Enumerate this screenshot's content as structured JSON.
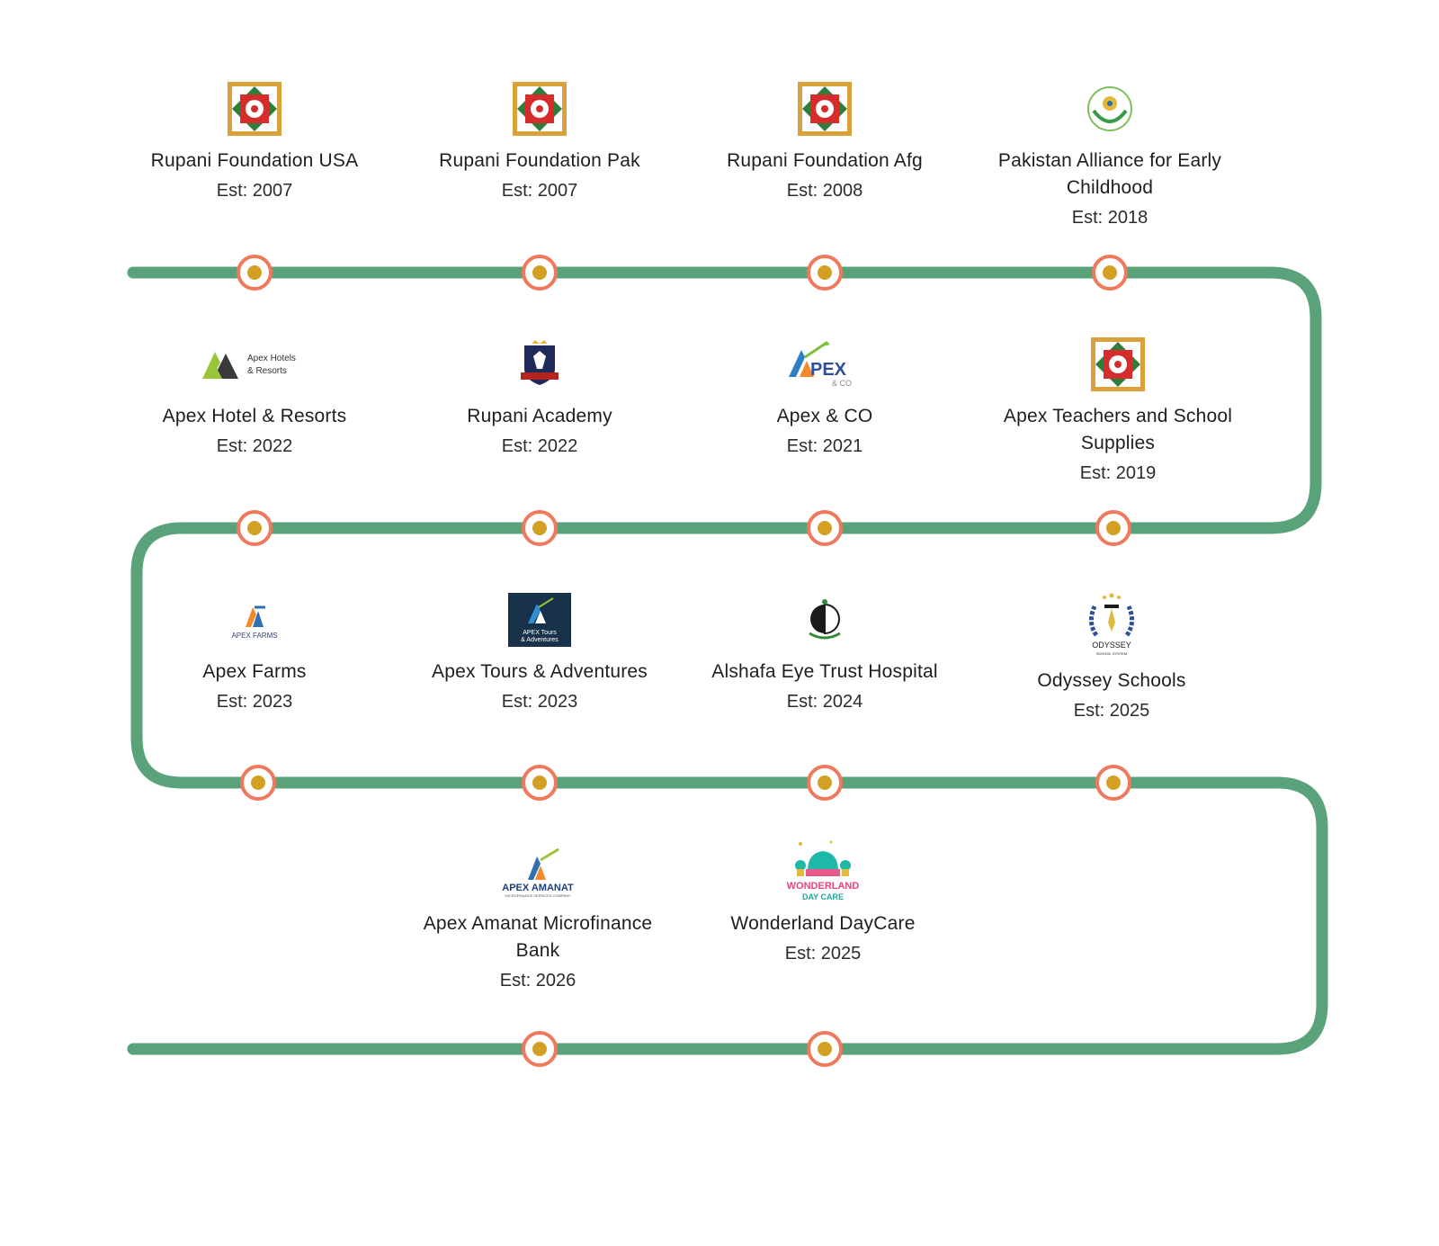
{
  "colors": {
    "track": "#5aa37a",
    "dot_ring": "#f0785c",
    "dot_center": "#d4a024"
  },
  "organizations": [
    {
      "name": "Rupani Foundation USA",
      "est": "Est: 2007",
      "logo": "rupani-foundation-logo"
    },
    {
      "name": "Rupani Foundation Pak",
      "est": "Est: 2007",
      "logo": "rupani-foundation-logo"
    },
    {
      "name": "Rupani Foundation Afg",
      "est": "Est: 2008",
      "logo": "rupani-foundation-logo"
    },
    {
      "name": "Pakistan Alliance for Early Childhood",
      "est": "Est: 2018",
      "logo": "paec-logo"
    },
    {
      "name": "Apex Hotel & Resorts",
      "est": "Est: 2022",
      "logo": "apex-hotels-logo",
      "logo_text": [
        "Apex Hotels",
        "& Resorts"
      ]
    },
    {
      "name": "Rupani Academy",
      "est": "Est: 2022",
      "logo": "rupani-academy-crest-logo"
    },
    {
      "name": "Apex & CO",
      "est": "Est: 2021",
      "logo": "apex-co-logo",
      "logo_text": [
        "PEX",
        "& CO"
      ]
    },
    {
      "name": "Apex Teachers and School Supplies",
      "est": "Est: 2019",
      "logo": "rupani-foundation-logo"
    },
    {
      "name": "Apex Farms",
      "est": "Est: 2023",
      "logo": "apex-farms-logo",
      "logo_text": [
        "APEX FARMS"
      ]
    },
    {
      "name": "Apex Tours & Adventures",
      "est": "Est: 2023",
      "logo": "apex-tours-logo",
      "logo_text": [
        "APEX Tours",
        "& Adventures"
      ]
    },
    {
      "name": "Alshafa Eye Trust Hospital",
      "est": "Est: 2024",
      "logo": "alshafa-eye-logo"
    },
    {
      "name": "Odyssey Schools",
      "est": "Est: 2025",
      "logo": "odyssey-laurel-logo",
      "logo_text": [
        "ODYSSEY",
        "SCHOOL SYSTEM"
      ]
    },
    {
      "name": "Apex Amanat Microfinance Bank",
      "est": "Est: 2026",
      "logo": "apex-amanat-logo",
      "logo_text": [
        "APEX AMANAT",
        "MICROFINANCE SERVICES COMPANY"
      ]
    },
    {
      "name": "Wonderland DayCare",
      "est": "Est: 2025",
      "logo": "wonderland-logo",
      "logo_text": [
        "WONDERLAND",
        "DAY CARE"
      ]
    }
  ]
}
